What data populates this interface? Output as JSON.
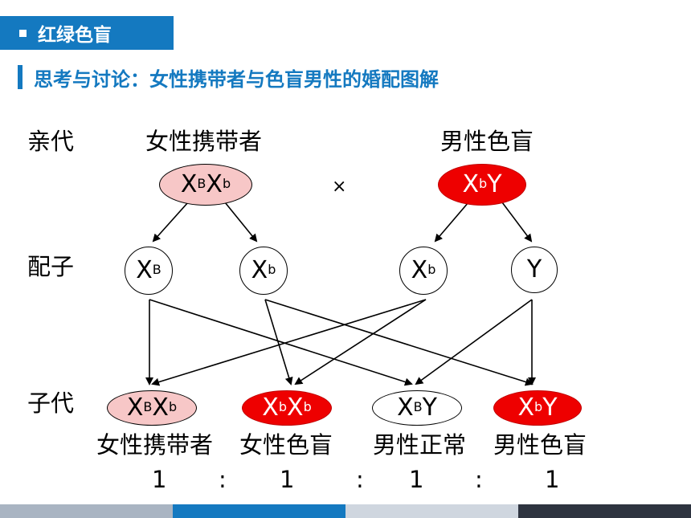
{
  "header": {
    "tag": "红绿色盲",
    "subtitle": "思考与讨论：女性携带者与色盲男性的婚配图解"
  },
  "labels": {
    "parents": "亲代",
    "gametes": "配子",
    "offspring": "子代"
  },
  "parents": {
    "female": {
      "title": "女性携带者",
      "g1": "X",
      "s1": "B",
      "g2": "X",
      "s2": "b"
    },
    "cross": "×",
    "male": {
      "title": "男性色盲",
      "g1": "X",
      "s1": "b",
      "g2": "Y"
    }
  },
  "gametes": [
    {
      "g": "X",
      "s": "B"
    },
    {
      "g": "X",
      "s": "b"
    },
    {
      "g": "X",
      "s": "b"
    },
    {
      "g": "Y",
      "s": ""
    }
  ],
  "offspring": [
    {
      "g1": "X",
      "s1": "B",
      "g2": "X",
      "s2": "b",
      "desc": "女性携带者",
      "ratio": "1"
    },
    {
      "g1": "X",
      "s1": "b",
      "g2": "X",
      "s2": "b",
      "desc": "女性色盲",
      "ratio": "1"
    },
    {
      "g1": "X",
      "s1": "B",
      "g2": "Y",
      "s2": "",
      "desc": "男性正常",
      "ratio": "1"
    },
    {
      "g1": "X",
      "s1": "b",
      "g2": "Y",
      "s2": "",
      "desc": "男性色盲",
      "ratio": "1"
    }
  ],
  "ratio_sep": ":",
  "colors": {
    "accent": "#1479c0",
    "carrier_fill": "#f7c7c7",
    "affected_fill": "#ee0000"
  }
}
